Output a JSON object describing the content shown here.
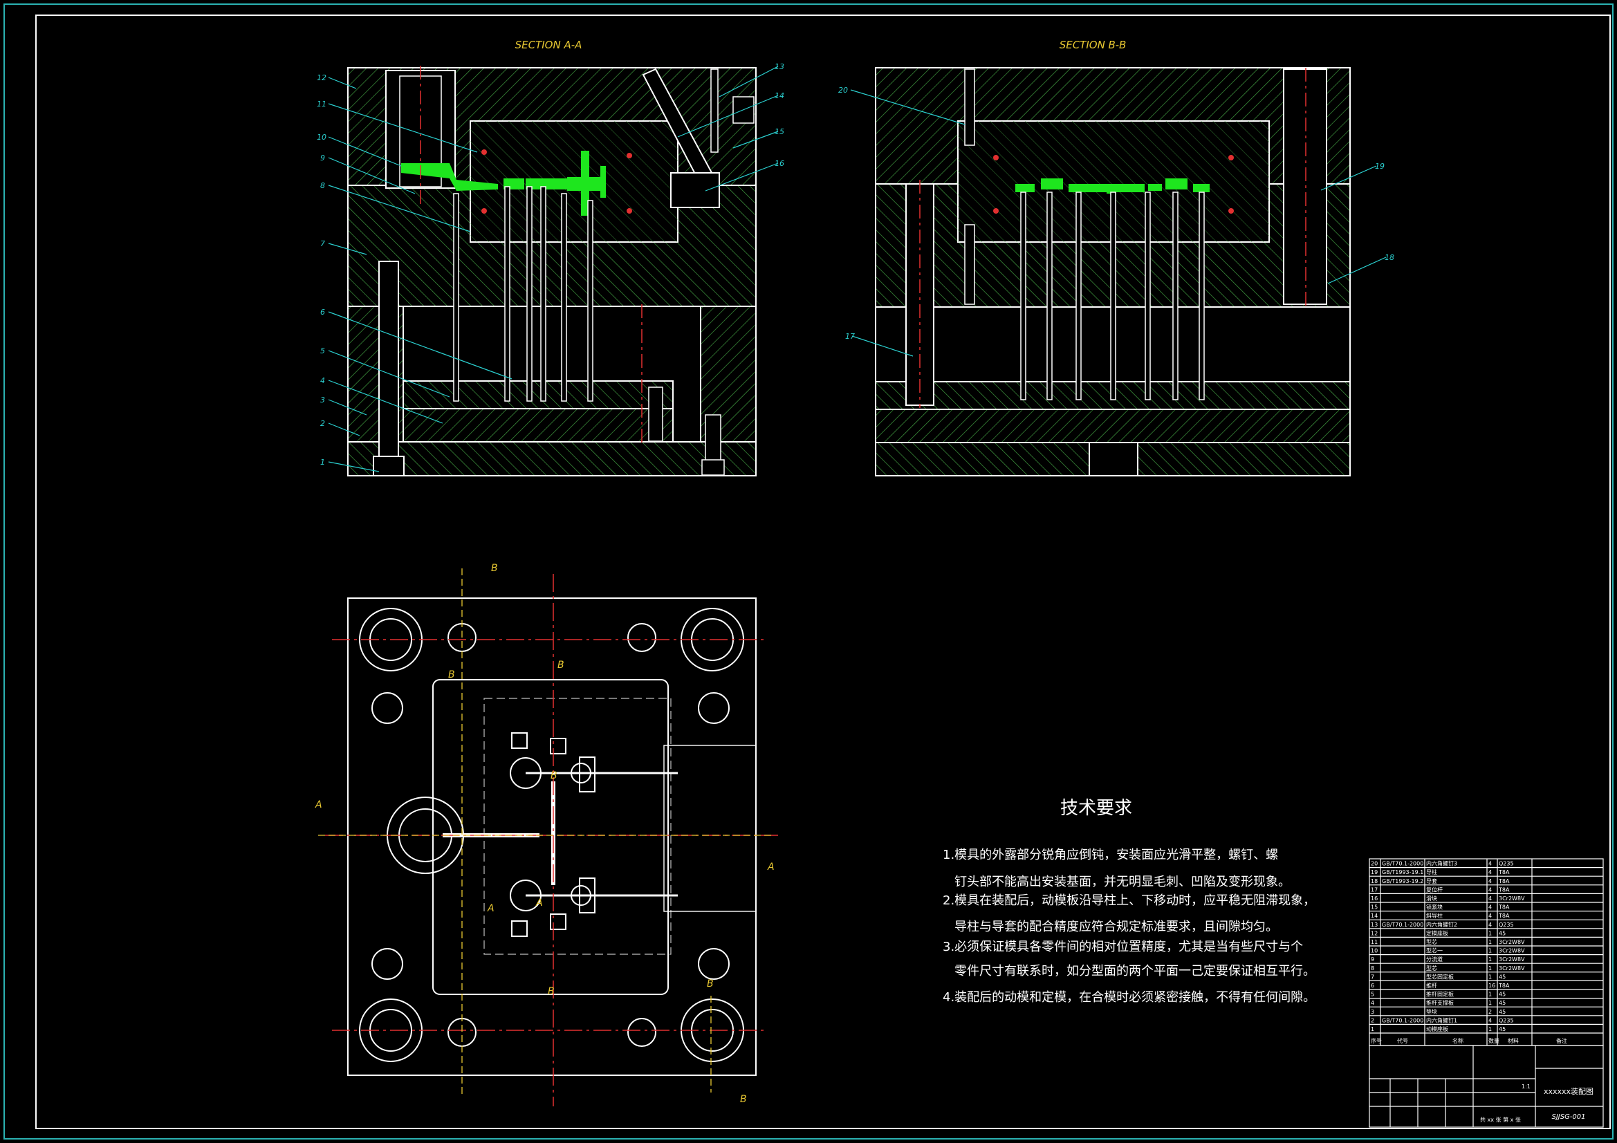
{
  "views": {
    "section_a": {
      "title": "SECTION A-A",
      "callouts": [
        "1",
        "2",
        "3",
        "4",
        "5",
        "6",
        "7",
        "8",
        "9",
        "10",
        "11",
        "12",
        "13",
        "14",
        "15",
        "16"
      ]
    },
    "section_b": {
      "title": "SECTION B-B",
      "callouts": [
        "17",
        "18",
        "19",
        "20"
      ]
    },
    "plan": {
      "cut_labels": [
        "A",
        "A",
        "B",
        "B",
        "B",
        "B",
        "B",
        "B",
        "A",
        "A",
        "B"
      ]
    }
  },
  "tech": {
    "heading": "技术要求",
    "lines": [
      "1.模具的外露部分锐角应倒钝，安装面应光滑平整，螺钉、螺",
      "钉头部不能高出安装基面，并无明显毛刺、凹陷及变形现象。",
      "2.模具在装配后，动模板沿导柱上、下移动时，应平稳无阻滞现象，",
      "导柱与导套的配合精度应符合规定标准要求，且间隙均匀。",
      "3.必须保证模具各零件间的相对位置精度，尤其是当有些尺寸与个",
      "零件尺寸有联系时，如分型面的两个平面一己定要保证相互平行。",
      "4.装配后的动模和定模，在合模时必须紧密接触，不得有任何间隙。"
    ]
  },
  "bom": {
    "rows": [
      [
        "20",
        "GB/T70.1-2000",
        "内六角螺钉3",
        "4",
        "Q235",
        ""
      ],
      [
        "19",
        "GB/T1993-19.1",
        "导柱",
        "4",
        "T8A",
        ""
      ],
      [
        "18",
        "GB/T1993-19.2",
        "导套",
        "4",
        "T8A",
        ""
      ],
      [
        "17",
        "",
        "复位杆",
        "4",
        "T8A",
        ""
      ],
      [
        "16",
        "",
        "滑块",
        "4",
        "3Cr2W8V",
        ""
      ],
      [
        "15",
        "",
        "锁紧块",
        "4",
        "T8A",
        ""
      ],
      [
        "14",
        "",
        "斜导柱",
        "4",
        "T8A",
        ""
      ],
      [
        "13",
        "GB/T70.1-2000",
        "内六角螺钉2",
        "4",
        "Q235",
        ""
      ],
      [
        "12",
        "",
        "定模座板",
        "1",
        "45",
        ""
      ],
      [
        "11",
        "",
        "型芯",
        "1",
        "3Cr2W8V",
        ""
      ],
      [
        "10",
        "",
        "型芯一",
        "1",
        "3Cr2W8V",
        ""
      ],
      [
        "9",
        "",
        "分流道",
        "1",
        "3Cr2W8V",
        ""
      ],
      [
        "8",
        "",
        "型芯",
        "1",
        "3Cr2W8V",
        ""
      ],
      [
        "7",
        "",
        "型芯固定板",
        "1",
        "45",
        ""
      ],
      [
        "6",
        "",
        "推杆",
        "16",
        "T8A",
        ""
      ],
      [
        "5",
        "",
        "推杆固定板",
        "1",
        "45",
        ""
      ],
      [
        "4",
        "",
        "推杆支撑板",
        "1",
        "45",
        ""
      ],
      [
        "3",
        "",
        "垫块",
        "2",
        "45",
        ""
      ],
      [
        "2",
        "GB/T70.1-2000",
        "内六角螺钉1",
        "4",
        "Q235",
        ""
      ],
      [
        "1",
        "",
        "动模座板",
        "1",
        "45",
        ""
      ]
    ],
    "header": [
      "序号",
      "代号",
      "名称",
      "数量",
      "材料",
      "备注"
    ]
  },
  "title_block": {
    "drawing_name": "xxxxxx装配图",
    "drawing_no": "SJJSG-001",
    "scale": "1:1",
    "sheet": "共 xx 张  第 x 张"
  }
}
